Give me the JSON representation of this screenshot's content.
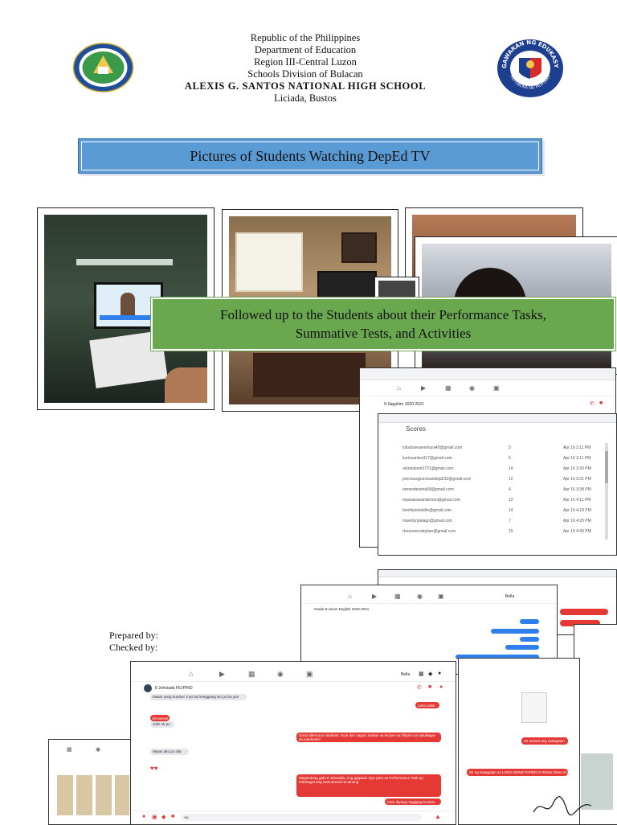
{
  "header": {
    "line1": "Republic of the Philippines",
    "line2": "Department of Education",
    "line3": "Region III-Central Luzon",
    "line4": "Schools Division of Bulacan",
    "school": "ALEXIS G. SANTOS NATIONAL HIGH SCHOOL",
    "address": "Liciada, Bustos"
  },
  "seal_right": {
    "top_text": "KAGAWARAN NG EDUKASYON",
    "bottom_text": "REPUBLIKA NG PILIPINAS"
  },
  "section_title": "Pictures of Students Watching DepEd TV",
  "banner": {
    "line1": "Followed up to the Students about their Performance Tasks,",
    "line2": "Summative Tests, and Activities"
  },
  "sheet_screenshot": {
    "chat_title": "9-Sapphire 2020-2021",
    "scores_title": "Scores",
    "rows": [
      {
        "email": "lolozbuenaventura45@gmail.com",
        "score": "5",
        "time": "Apr 16 3:11 PM"
      },
      {
        "email": "kurtzsantos317@gmail.com",
        "score": "5",
        "time": "Apr 16 3:11 PM"
      },
      {
        "email": "unindalaon0721@gmail.com",
        "score": "14",
        "time": "Apr 16 3:20 PM"
      },
      {
        "email": "preciousgracesandeja532@gmail.com",
        "score": "12",
        "time": "Apr 16 3:21 PM"
      },
      {
        "email": "ramosdeseria58@gmail.com",
        "score": "4",
        "time": "Apr 16 3:38 PM"
      },
      {
        "email": "mparawaxandemon@gmail.com",
        "score": "12",
        "time": "Apr 16 4:11 PM"
      },
      {
        "email": "bonifaciolotello@gmail.com",
        "score": "14",
        "time": "Apr 16 4:18 PM"
      },
      {
        "email": "marellynpalago@gmail.com",
        "score": "7",
        "time": "Apr 16 4:20 PM"
      },
      {
        "email": "rheannecolayban@gmail.com",
        "score": "15",
        "time": "Apr 16 4:40 PM"
      }
    ]
  },
  "chat1": {
    "title": "Grade 9-Union English 2020-2021",
    "user": "Bella"
  },
  "chat2": {
    "title": "8 Jehoiada FILIPINO",
    "user": "Bella",
    "messages": [
      {
        "text": "Maam yung number 3 po ba freeggaing lan po ba yun",
        "side": "left"
      },
      {
        "text": "Lima yaluk",
        "side": "right"
      },
      {
        "text": "Ulimarnes",
        "side": "left"
      },
      {
        "text": "Jdnk ok po",
        "side": "left"
      },
      {
        "text": "Good afternoon students. Dont dito nagsio mabas sa lecture sa Filipino na natutlagay sa notebook!!",
        "side": "right"
      },
      {
        "text": "Maam ako po sila",
        "side": "left"
      },
      {
        "text": "Magandang gabi 8-Jehoiada, Ang gagawin niyo para sa Performance Task ay: Pakisagot ang sumusunod na tanong.",
        "side": "right"
      },
      {
        "text": "Para diyang magiging bouken",
        "side": "right"
      }
    ],
    "input": "Aa"
  },
  "chat3": {
    "messages": [
      {
        "text": "Sir sunset ang sasagutan"
      },
      {
        "text": "Sir ng sasagutan sa LONG BOND PAPER O Whole sheet of paper"
      }
    ]
  },
  "signature_block": {
    "prepared_by": "Prepared by:",
    "checked_by": "Checked by:"
  },
  "colors": {
    "title_box": "#5b9bd5",
    "banner": "#6aa84f",
    "messenger_red": "#e53935"
  }
}
